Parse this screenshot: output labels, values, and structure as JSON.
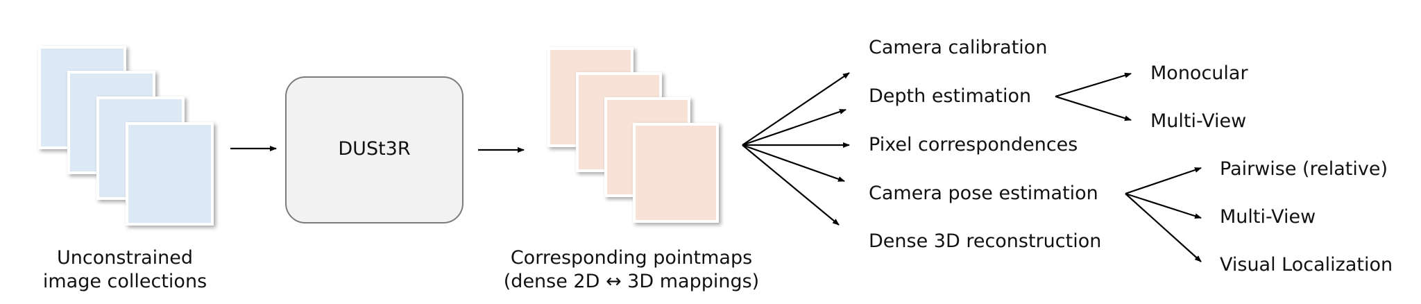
{
  "input_caption": [
    "Unconstrained",
    "image collections"
  ],
  "model_label": "DUSt3R",
  "output_caption": [
    "Corresponding pointmaps",
    "(dense 2D ↔ 3D mappings)"
  ],
  "tasks": [
    {
      "label": "Camera calibration",
      "subtasks": []
    },
    {
      "label": "Depth estimation",
      "subtasks": [
        "Monocular",
        "Multi-View"
      ]
    },
    {
      "label": "Pixel correspondences",
      "subtasks": []
    },
    {
      "label": "Camera pose estimation",
      "subtasks": [
        "Pairwise (relative)",
        "Multi-View",
        "Visual Localization"
      ]
    },
    {
      "label": "Dense 3D reconstruction",
      "subtasks": []
    }
  ],
  "colors": {
    "input_card": "#dde8f5",
    "output_card": "#f8e2d8",
    "model_box": "#f2f2f2",
    "model_border": "#7a7a7a",
    "arrow": "#000000"
  }
}
